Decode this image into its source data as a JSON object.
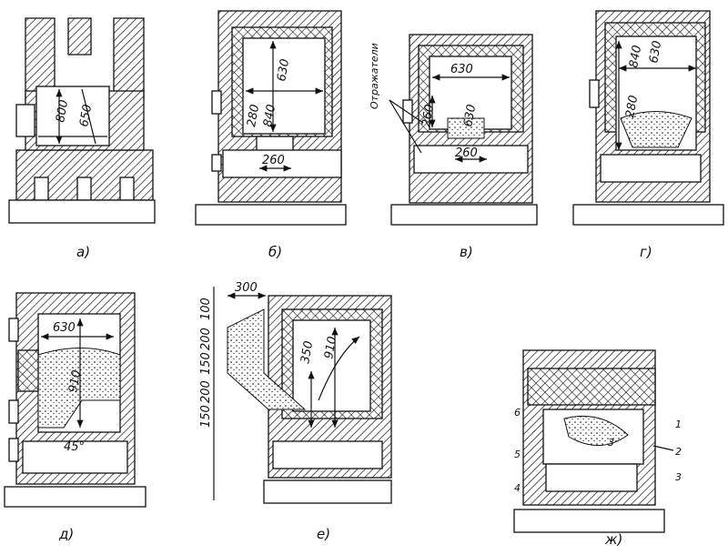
{
  "figures": {
    "a": {
      "label": "а)",
      "dims": [
        "800",
        "650"
      ]
    },
    "b": {
      "label": "б)",
      "dims": [
        "630",
        "840",
        "280",
        "260"
      ]
    },
    "v": {
      "label": "в)",
      "dims": [
        "630",
        "260",
        "630",
        "260"
      ],
      "annotation": "Отражатели"
    },
    "g": {
      "label": "г)",
      "dims": [
        "840",
        "630",
        "280"
      ]
    },
    "d": {
      "label": "д)",
      "dims": [
        "630",
        "910",
        "45°"
      ]
    },
    "e": {
      "label": "е)",
      "dims": [
        "300",
        "100",
        "200",
        "150",
        "200",
        "150",
        "350",
        "910"
      ]
    },
    "zh": {
      "label": "ж)",
      "callouts": [
        "1",
        "2",
        "3",
        "4",
        "5",
        "6",
        "3"
      ]
    }
  }
}
